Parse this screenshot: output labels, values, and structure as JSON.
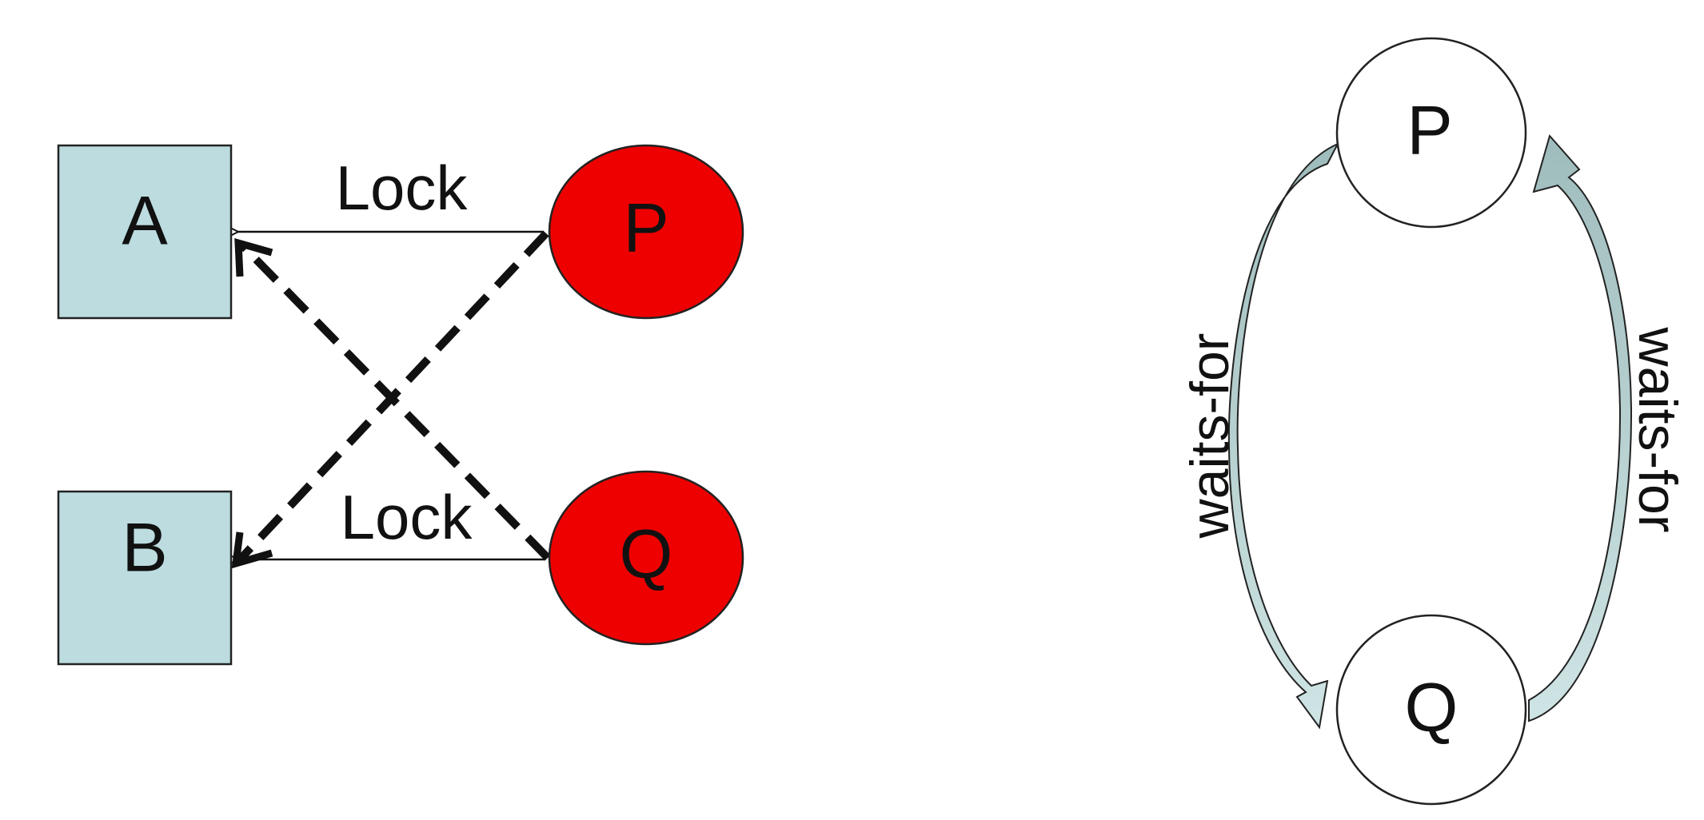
{
  "resource_graph": {
    "resources": [
      {
        "id": "A",
        "label": "A"
      },
      {
        "id": "B",
        "label": "B"
      }
    ],
    "processes": [
      {
        "id": "P",
        "label": "P"
      },
      {
        "id": "Q",
        "label": "Q"
      }
    ],
    "edges": [
      {
        "from": "P",
        "to": "A",
        "label": "Lock",
        "style": "solid"
      },
      {
        "from": "Q",
        "to": "B",
        "label": "Lock",
        "style": "solid"
      },
      {
        "from": "P",
        "to": "B",
        "label": "",
        "style": "dashed"
      },
      {
        "from": "Q",
        "to": "A",
        "label": "",
        "style": "dashed"
      }
    ]
  },
  "wait_for_graph": {
    "nodes": [
      {
        "id": "P",
        "label": "P"
      },
      {
        "id": "Q",
        "label": "Q"
      }
    ],
    "edges": [
      {
        "from": "P",
        "to": "Q",
        "label": "waits-for"
      },
      {
        "from": "Q",
        "to": "P",
        "label": "waits-for"
      }
    ]
  },
  "colors": {
    "resource_fill": "#bcdcdf",
    "process_fill": "#ee0000",
    "wait_node_fill": "#ffffff",
    "arrow_fill": "#b6d3d4",
    "line": "#111111"
  }
}
